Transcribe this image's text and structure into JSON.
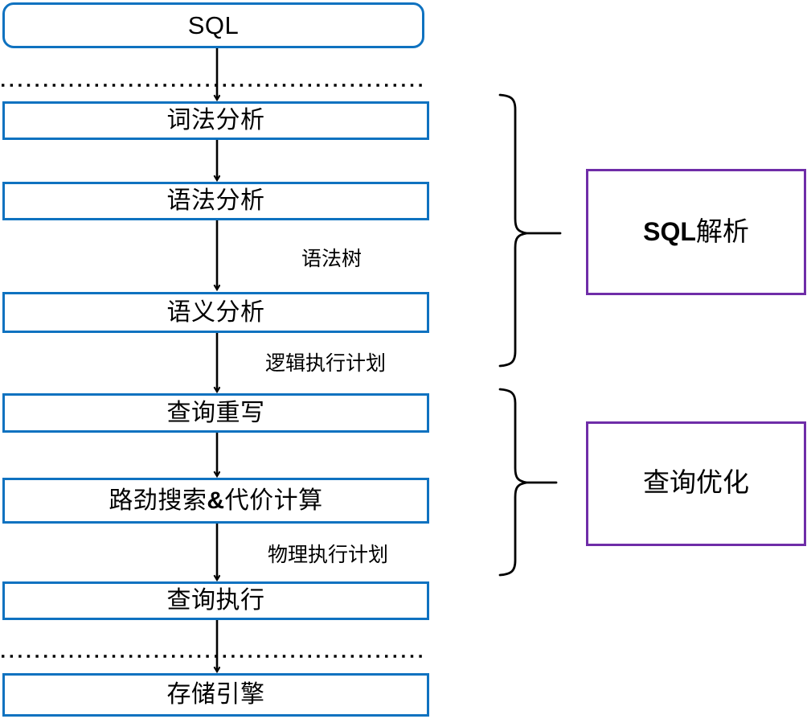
{
  "diagram": {
    "title_absent": true,
    "colors": {
      "node_border": "#0f72c0",
      "group_border": "#6f2da8",
      "arrow": "#000000",
      "divider": "#000000",
      "background": "#ffffff"
    },
    "nodes": [
      {
        "id": "sql",
        "label": "SQL",
        "shape": "rounded-rectangle"
      },
      {
        "id": "lexical",
        "label": "词法分析",
        "shape": "rectangle"
      },
      {
        "id": "syntax",
        "label": "语法分析",
        "shape": "rectangle"
      },
      {
        "id": "semantic",
        "label": "语义分析",
        "shape": "rectangle"
      },
      {
        "id": "rewrite",
        "label": "查询重写",
        "shape": "rectangle"
      },
      {
        "id": "path_cost",
        "label": "路劲搜索&代价计算",
        "shape": "rectangle",
        "label_parts": {
          "before": "路劲搜索",
          "amp": "&",
          "after": "代价计算"
        }
      },
      {
        "id": "execute",
        "label": "查询执行",
        "shape": "rectangle"
      },
      {
        "id": "storage",
        "label": "存储引擎",
        "shape": "rectangle"
      }
    ],
    "edge_labels": [
      {
        "id": "syntax-tree",
        "label": "语法树",
        "between": "语法分析 → 语义分析"
      },
      {
        "id": "logical-plan",
        "label": "逻辑执行计划",
        "between": "语义分析 → 查询重写"
      },
      {
        "id": "physical-plan",
        "label": "物理执行计划",
        "between": "路劲搜索&代价计算 → 查询执行"
      }
    ],
    "groups": [
      {
        "id": "sql-parse",
        "label": "SQL解析",
        "label_parts": {
          "bold": "SQL",
          "regular": "解析"
        },
        "covers": [
          "词法分析",
          "语法分析",
          "语义分析"
        ]
      },
      {
        "id": "query-opt",
        "label": "查询优化",
        "label_parts": {
          "bold": "",
          "regular": "查询优化"
        },
        "covers": [
          "查询重写",
          "路劲搜索&代价计算"
        ]
      }
    ],
    "dividers": [
      {
        "id": "top-divider",
        "style": "dotted",
        "position": "below SQL"
      },
      {
        "id": "bottom-divider",
        "style": "dotted",
        "position": "above 存储引擎"
      }
    ]
  }
}
